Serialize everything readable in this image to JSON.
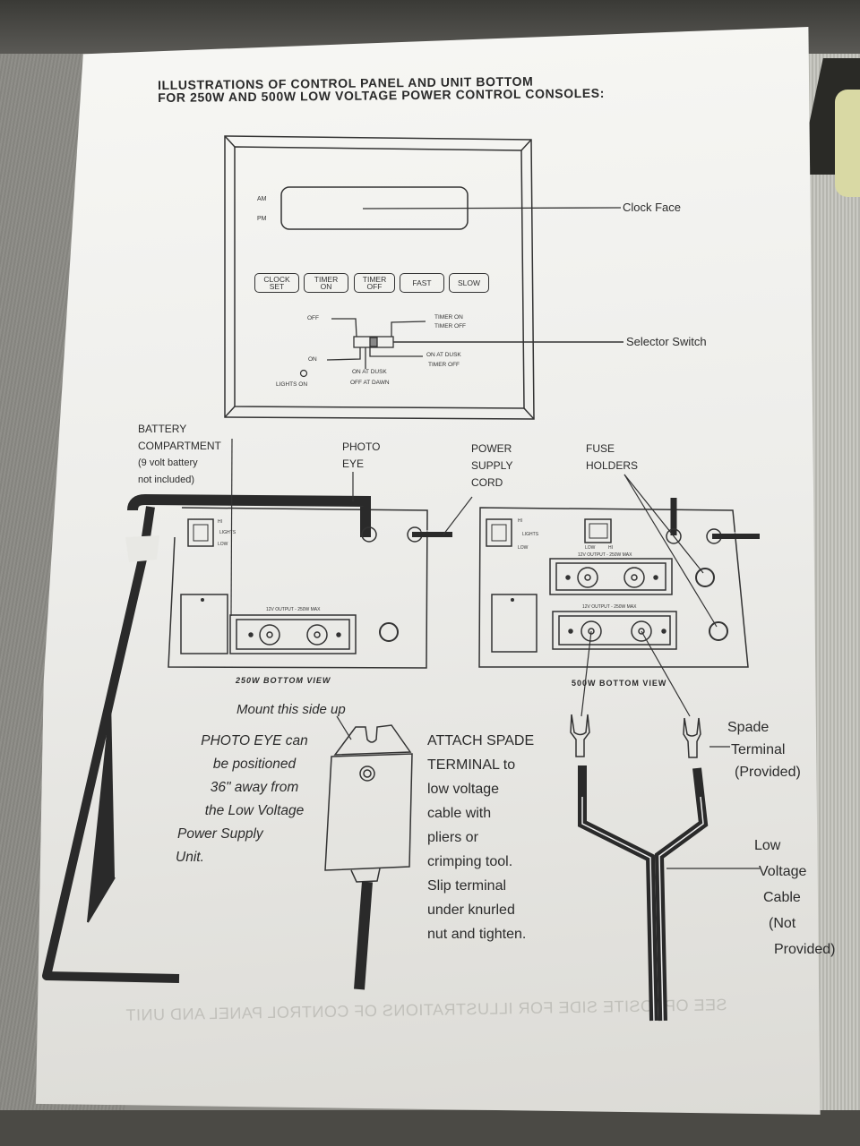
{
  "document": {
    "title_line1": "ILLUSTRATIONS OF CONTROL PANEL AND UNIT BOTTOM",
    "title_line2": "FOR 250W AND 500W LOW VOLTAGE POWER CONTROL CONSOLES:",
    "bleed_through_text": "SEE OPPOSITE SIDE FOR ILLUSTRATIONS OF CONTROL PANEL AND UNIT"
  },
  "control_panel": {
    "am_label": "AM",
    "pm_label": "PM",
    "clock_face_callout": "Clock Face",
    "selector_switch_callout": "Selector Switch",
    "buttons": [
      {
        "line1": "CLOCK",
        "line2": "SET"
      },
      {
        "line1": "TIMER",
        "line2": "ON"
      },
      {
        "line1": "TIMER",
        "line2": "OFF"
      },
      {
        "line1": "FAST",
        "line2": ""
      },
      {
        "line1": "SLOW",
        "line2": ""
      }
    ],
    "switch_positions": {
      "off": "OFF",
      "on": "ON",
      "timer_on_timer_off_1": "TIMER ON",
      "timer_on_timer_off_2": "TIMER OFF",
      "dusk_timer_1": "ON AT DUSK",
      "dusk_timer_2": "TIMER OFF",
      "dusk_dawn_1": "ON AT DUSK",
      "dusk_dawn_2": "OFF AT DAWN"
    },
    "lights_on_label": "LIGHTS ON"
  },
  "callouts": {
    "battery_1": "BATTERY",
    "battery_2": "COMPARTMENT",
    "battery_3": "(9 volt battery",
    "battery_4": "not included)",
    "photo_eye_1": "PHOTO",
    "photo_eye_2": "EYE",
    "power_cord_1": "POWER",
    "power_cord_2": "SUPPLY",
    "power_cord_3": "CORD",
    "fuse_1": "FUSE",
    "fuse_2": "HOLDERS"
  },
  "unit_250w": {
    "caption": "250W BOTTOM VIEW",
    "output_label": "12V OUTPUT - 250W MAX",
    "switch_hi": "HI",
    "switch_lights": "LIGHTS",
    "switch_low": "LOW"
  },
  "unit_500w": {
    "caption": "500W BOTTOM VIEW",
    "output_label_a": "12V OUTPUT - 250W MAX",
    "output_label_b": "12V OUTPUT - 250W MAX",
    "switch_hi": "HI",
    "switch_lights": "LIGHTS",
    "switch_low": "LOW",
    "switch2_low": "LOW",
    "switch2_hi": "HI"
  },
  "photo_eye": {
    "mount_note": "Mount this side up",
    "position_note": [
      "PHOTO EYE can",
      "be positioned",
      "36\" away from",
      "the Low Voltage",
      "Power Supply",
      "Unit."
    ]
  },
  "instructions": {
    "lines": [
      "ATTACH SPADE",
      "TERMINAL to",
      "low voltage",
      "cable with",
      "pliers or",
      "crimping tool.",
      "Slip terminal",
      "under knurled",
      "nut and tighten."
    ]
  },
  "cable": {
    "spade_terminal": [
      "Spade",
      "Terminal",
      "(Provided)"
    ],
    "low_voltage_cable": [
      "Low",
      "Voltage",
      "Cable",
      "(Not",
      "Provided)"
    ]
  }
}
